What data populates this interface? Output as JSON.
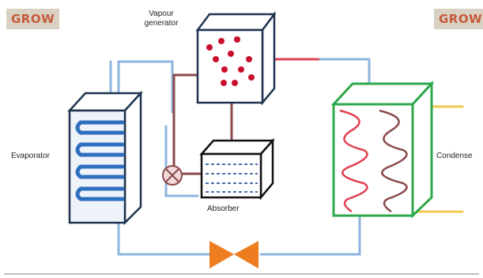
{
  "badges": {
    "left": "GROW",
    "right": "GROW"
  },
  "labels": {
    "vapour_generator_line1": "Vapour",
    "vapour_generator_line2": "generator",
    "evaporator": "Evaporator",
    "absorber": "Absorber",
    "condenser": "Condense"
  },
  "colors": {
    "badge_text": "#c55a3a",
    "badge_bg": "#d9d2c3",
    "box_outline": "#1f3350",
    "condenser_outline": "#2ea84a",
    "hot_pipe": "#e04050",
    "cold_pipe": "#8fb4e0",
    "brown_pipe": "#8a4a4a",
    "cooling_water": "#f2c94c",
    "expansion_valve": "#ee7d1f",
    "droplet": "#c8102e",
    "evaporator_coil": "#2f6fc0"
  }
}
